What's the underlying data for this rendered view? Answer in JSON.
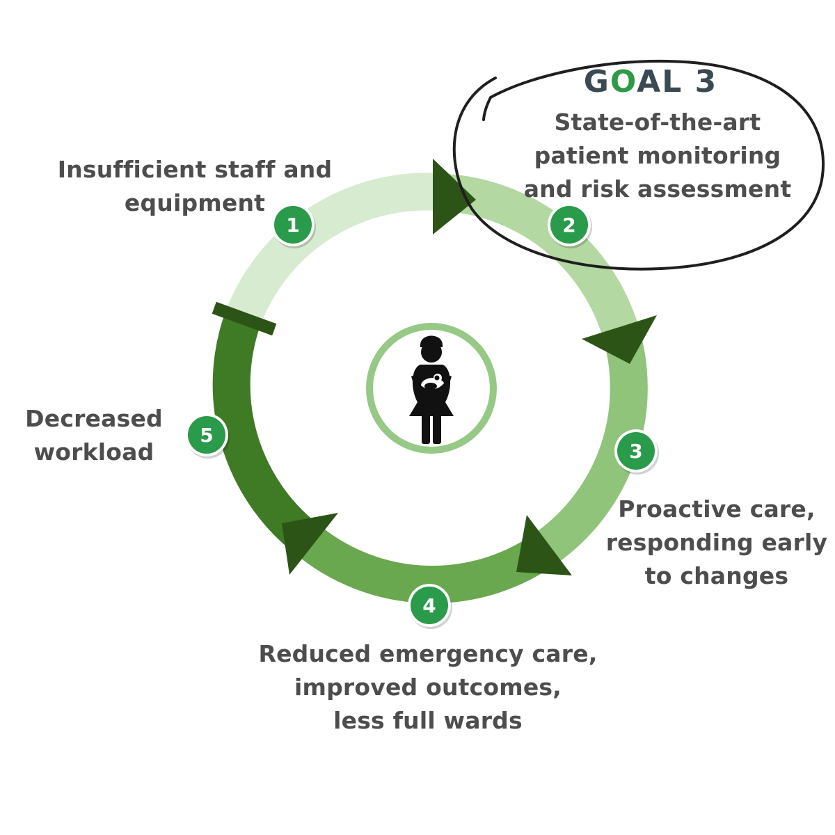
{
  "goal": {
    "prefix": "G",
    "o": "O",
    "suffix": "AL 3"
  },
  "steps": [
    {
      "number": "1",
      "label": "Insufficient staff and\nequipment"
    },
    {
      "number": "2",
      "label": "State-of-the-art\npatient monitoring\nand risk assessment"
    },
    {
      "number": "3",
      "label": "Proactive  care,\nresponding early\nto changes"
    },
    {
      "number": "4",
      "label": "Reduced emergency care,\nimproved outcomes,\nless full wards"
    },
    {
      "number": "5",
      "label": "Decreased\nworkload"
    }
  ],
  "colors": {
    "segment_1": "#d7ebd0",
    "segment_2": "#b3d8a2",
    "segment_3": "#8fc47a",
    "segment_4": "#69a84e",
    "segment_5": "#3f7a24",
    "arrow": "#2d5417",
    "badge": "#2a9a4b",
    "text": "#4d4d4d",
    "center_ring": "#96c886"
  },
  "icons": {
    "center": "nurse-holding-baby-icon"
  }
}
